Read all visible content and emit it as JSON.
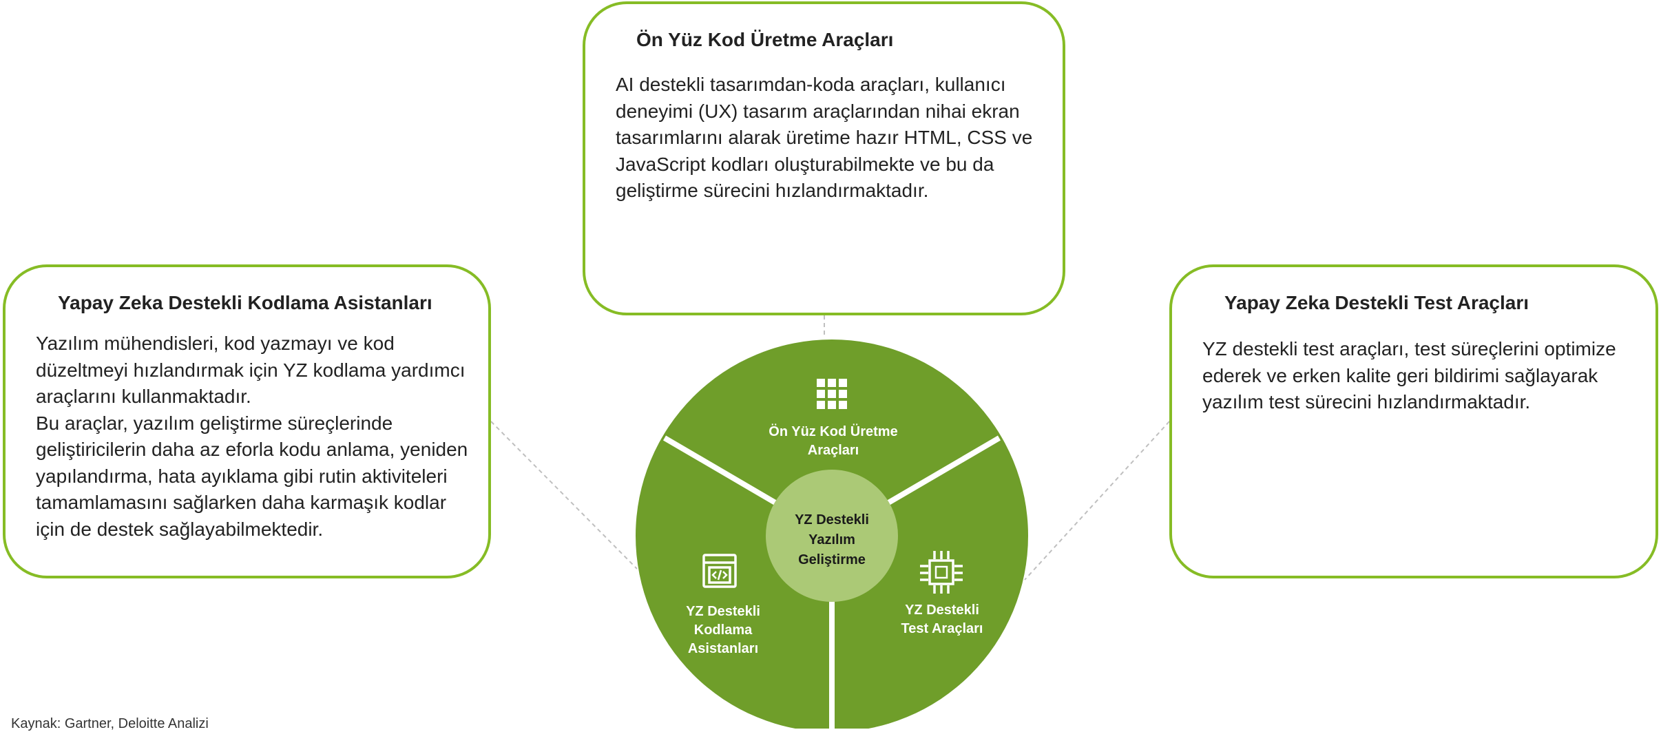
{
  "colors": {
    "accent": "#86bc25",
    "wheel": "#6f9e2a",
    "center": "#abc976",
    "divider": "#ffffff"
  },
  "top_box": {
    "title": "Ön Yüz Kod Üretme Araçları",
    "body": "AI destekli tasarımdan-koda araçları, kullanıcı deneyimi (UX) tasarım araçlarından nihai ekran tasarımlarını alarak üretime hazır HTML, CSS ve JavaScript kodları oluşturabilmekte ve bu da geliştirme sürecini hızlandırmaktadır."
  },
  "left_box": {
    "title": "Yapay Zeka Destekli Kodlama Asistanları",
    "body_1": "Yazılım mühendisleri, kod yazmayı ve kod düzeltmeyi hızlandırmak için YZ kodlama yardımcı araçlarını kullanmaktadır.",
    "body_2": "Bu araçlar, yazılım geliştirme süreçlerinde geliştiricilerin daha az eforla kodu anlama, yeniden yapılandırma, hata ayıklama gibi rutin aktiviteleri tamamlamasını sağlarken daha karmaşık kodlar için de destek sağlayabilmektedir."
  },
  "right_box": {
    "title": "Yapay Zeka Destekli Test Araçları",
    "body": "YZ destekli test araçları, test süreçlerini optimize ederek ve erken kalite geri bildirimi sağlayarak yazılım test sürecini hızlandırmaktadır."
  },
  "wheel": {
    "center": [
      "YZ Destekli",
      "Yazılım",
      "Geliştirme"
    ],
    "segments": {
      "top": {
        "label": [
          "Ön Yüz Kod Üretme",
          "Araçları"
        ],
        "icon": "grid-icon"
      },
      "left": {
        "label": [
          "YZ Destekli",
          "Kodlama",
          "Asistanları"
        ],
        "icon": "code-window-icon"
      },
      "right": {
        "label": [
          "YZ Destekli",
          "Test Araçları"
        ],
        "icon": "chip-icon"
      }
    }
  },
  "source": "Kaynak: Gartner, Deloitte Analizi"
}
